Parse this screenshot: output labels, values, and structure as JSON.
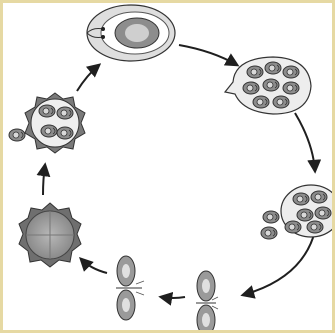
{
  "diagram": {
    "type": "life-cycle",
    "direction": "clockwise",
    "colors": {
      "background": "#f3ecc9",
      "border": "#e6d9a3",
      "panel": "#ffffff",
      "ink": "#1f1f1f",
      "gray_dark": "#7b7b7b",
      "gray_mid": "#a9a9a9",
      "gray_light": "#d2d2d2"
    },
    "stages": [
      {
        "name": "single-cell-with-nucleus"
      },
      {
        "name": "sac-with-many-cells"
      },
      {
        "name": "sac-releasing-cells"
      },
      {
        "name": "dividing-cell-pair-right"
      },
      {
        "name": "dividing-cell-pair-left"
      },
      {
        "name": "spiked-cyst"
      },
      {
        "name": "spiked-body-releasing-cells"
      }
    ],
    "arrows_count": 7
  }
}
